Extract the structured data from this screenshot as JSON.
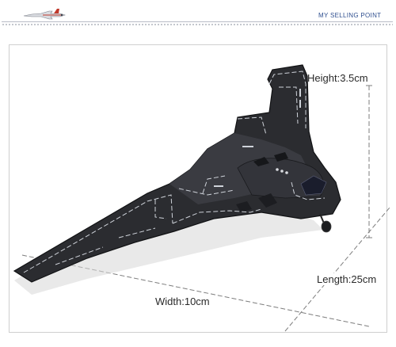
{
  "header": {
    "title": "MY SELLING POINT",
    "logo_icon": "fighter-jet-icon"
  },
  "product": {
    "image_subject": "stealth-bomber-model-icon"
  },
  "dimensions": {
    "height": "Height:3.5cm",
    "length": "Length:25cm",
    "width": "Width:10cm"
  },
  "colors": {
    "accent": "#2f4f8f",
    "model_body": "#2b2c30",
    "panel_lines": "#cfd3da",
    "guide_line": "#7d7d7d"
  }
}
